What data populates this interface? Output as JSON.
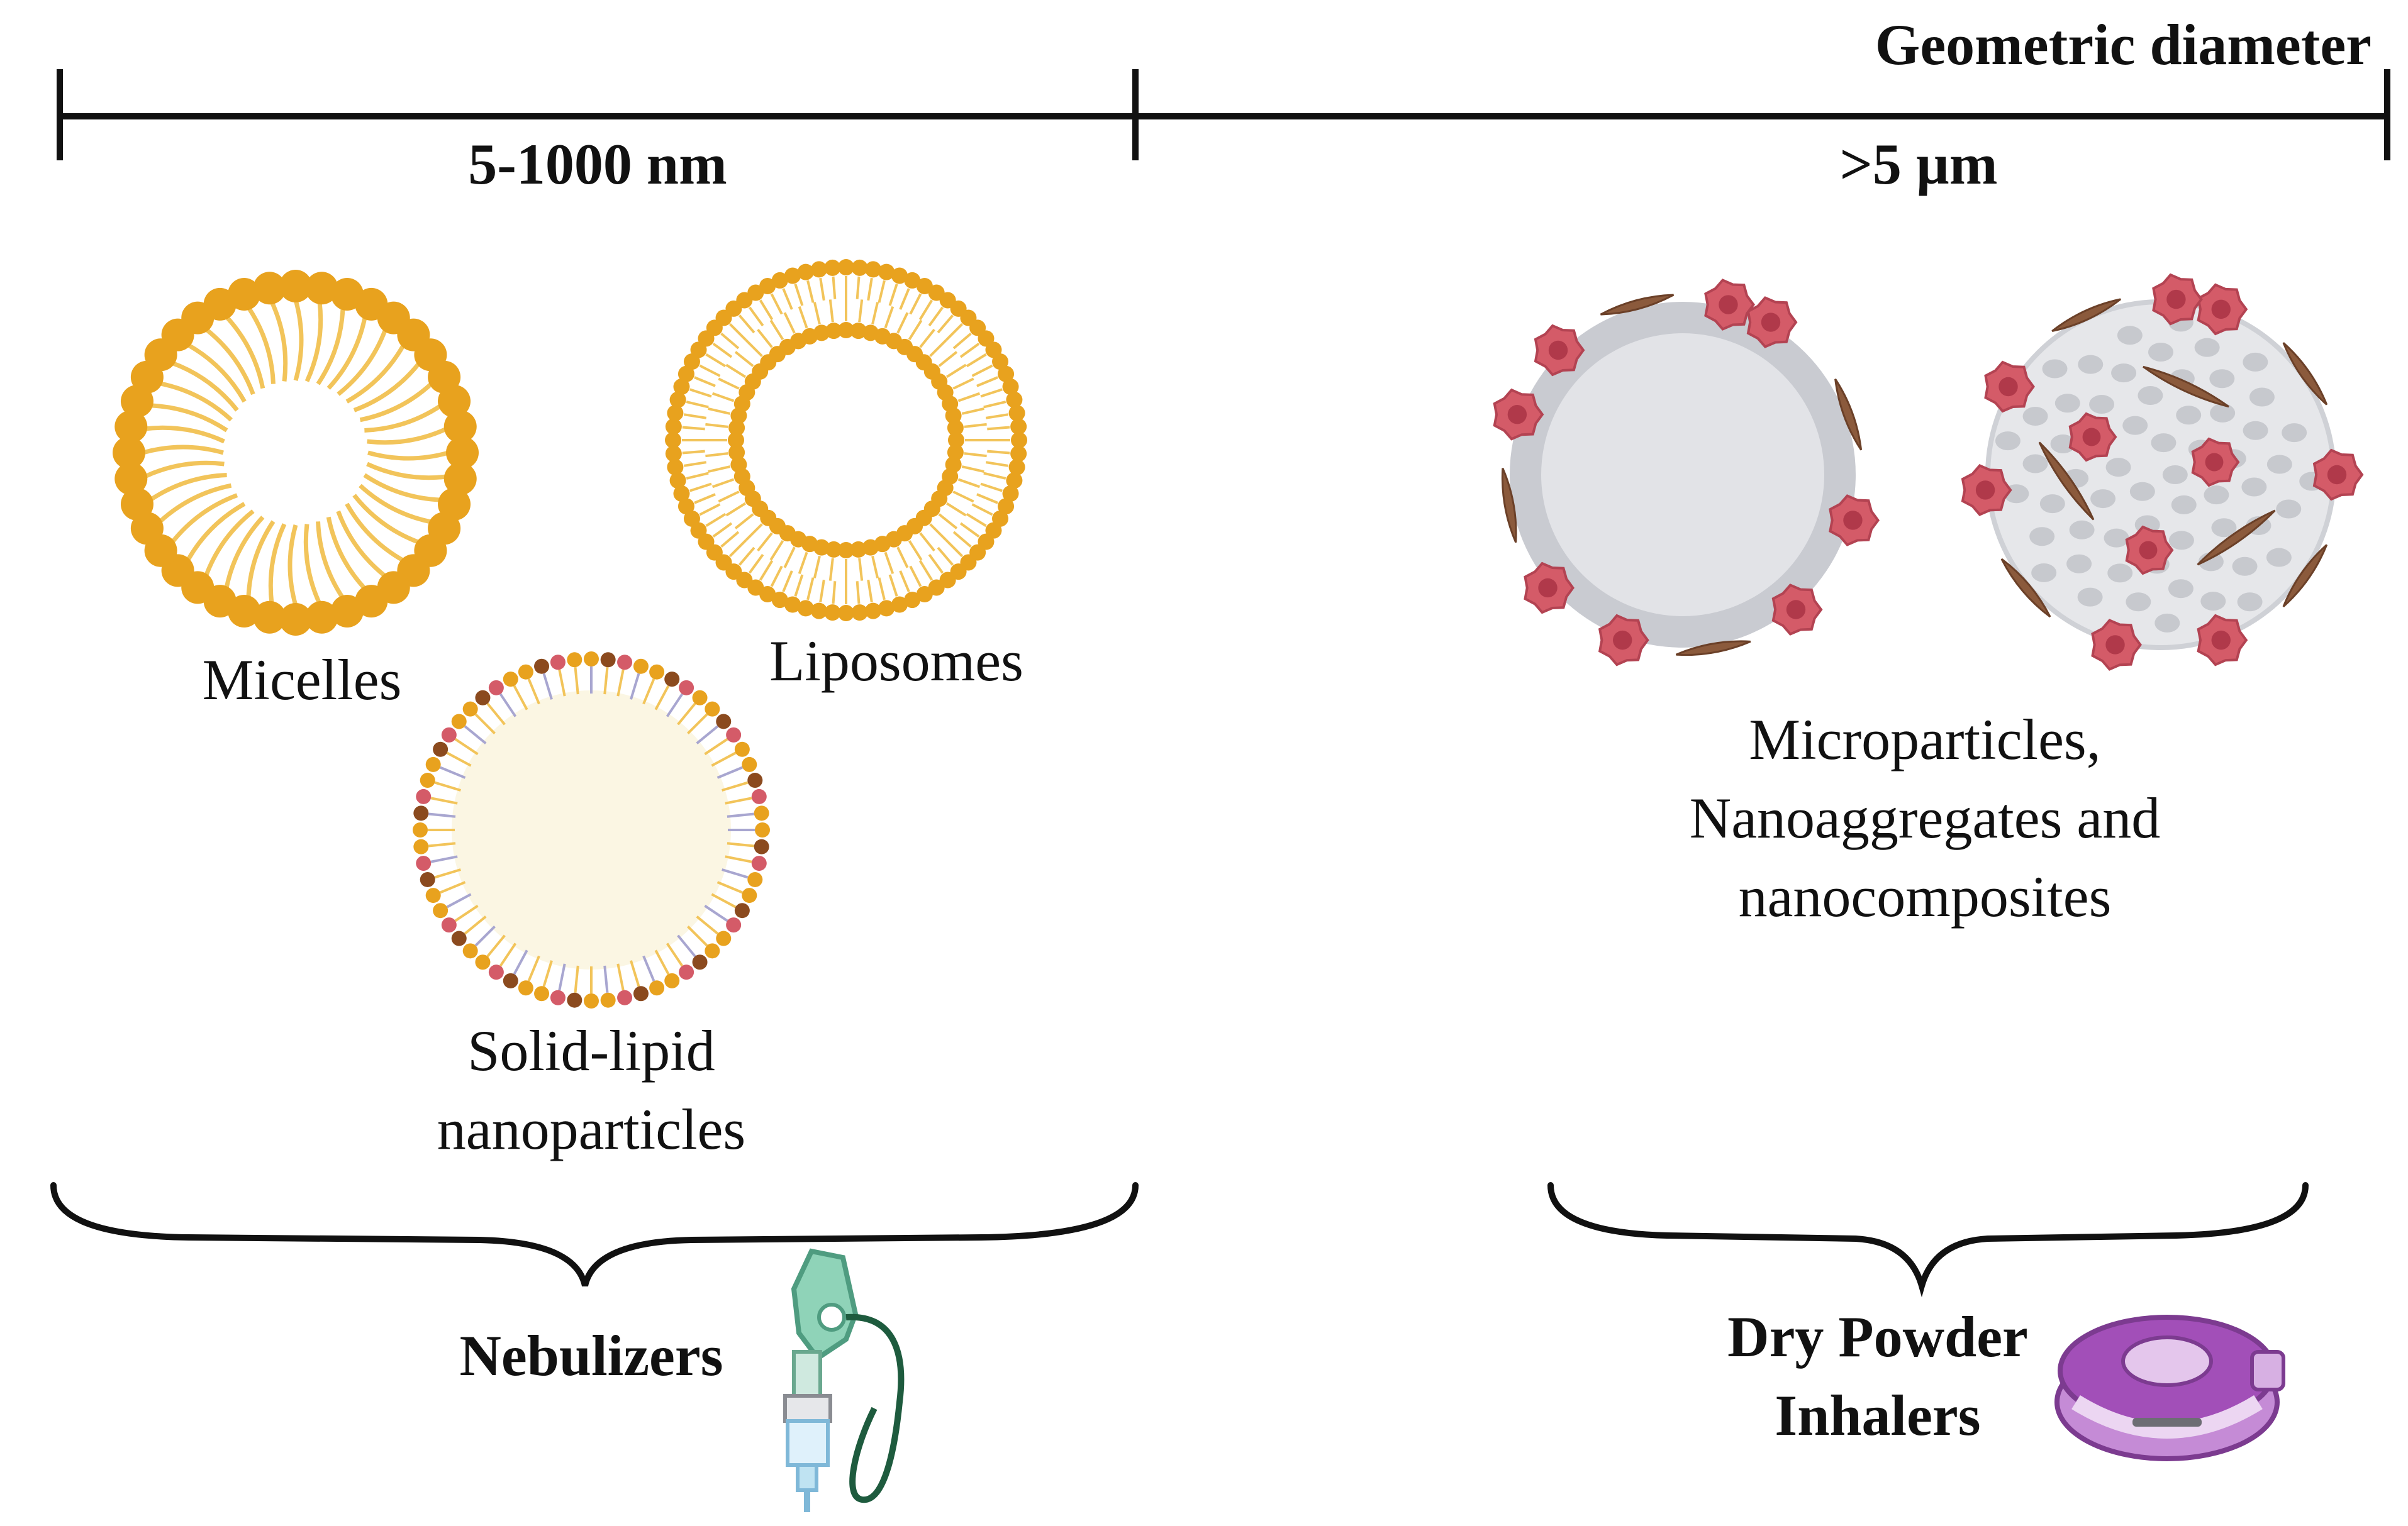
{
  "axis": {
    "title": "Geometric diameter",
    "left_range": "5-1000 nm",
    "right_range": ">5 µm"
  },
  "particles": {
    "micelles": "Micelles",
    "liposomes": "Liposomes",
    "sln_line1": "Solid-lipid",
    "sln_line2": "nanoparticles",
    "micro_line1": "Microparticles,",
    "micro_line2": "Nanoaggregates and",
    "micro_line3": "nanocomposites"
  },
  "devices": {
    "nebulizers": "Nebulizers",
    "dpi_line1": "Dry Powder",
    "dpi_line2": "Inhalers"
  },
  "colors": {
    "lipid_orange": "#E8A21E",
    "tail_yellow": "#F2C45A",
    "cell_red": "#D45B68",
    "cell_brown": "#8B5A3C",
    "particle_grey": "#D9DADF",
    "mask_green": "#8FD3B8",
    "inhaler_purple": "#A24FB8"
  }
}
